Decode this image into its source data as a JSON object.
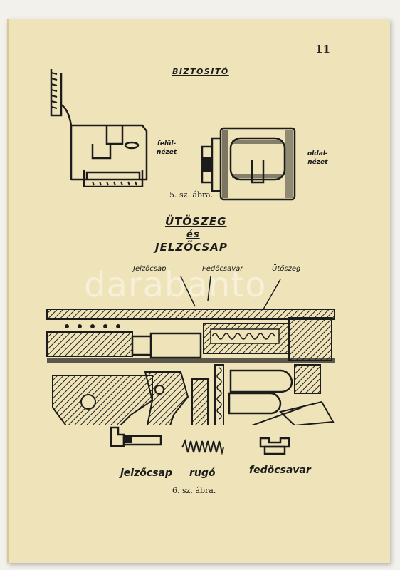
{
  "page": {
    "number": "11",
    "watermark": "darabanto"
  },
  "figure5": {
    "title": "BIZTOSITÓ",
    "top_view_label_line1": "felül-",
    "top_view_label_line2": "nézet",
    "side_view_label_line1": "oldal-",
    "side_view_label_line2": "nézet",
    "caption": "5. sz. ábra."
  },
  "section": {
    "heading_line1": "ÜTÖSZEG",
    "heading_line2": "és",
    "heading_line3": "JELZŐCSAP"
  },
  "figure6": {
    "callout_jelzocsap": "Jelzőcsap",
    "callout_fedocsavar": "Fedőcsavar",
    "callout_utoszeg": "Ütőszeg",
    "part_jelzocsap": "jelzőcsap",
    "part_rugo": "rugó",
    "part_fedocsavar": "fedőcsavar",
    "caption": "6. sz. ábra."
  }
}
